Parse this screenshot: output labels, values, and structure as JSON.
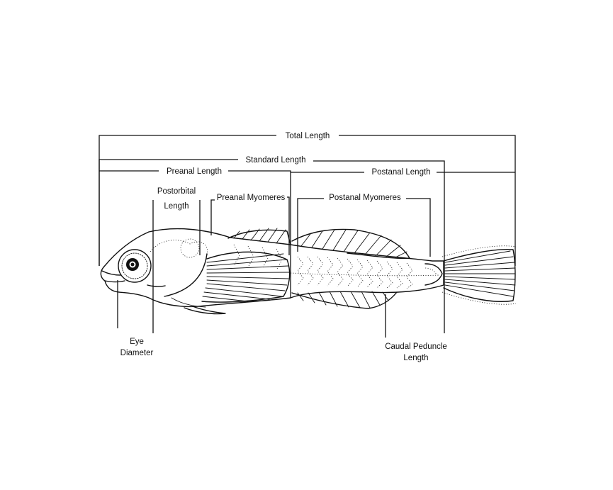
{
  "labels": {
    "total_length": "Total Length",
    "standard_length": "Standard Length",
    "preanal_length": "Preanal Length",
    "postanal_length": "Postanal Length",
    "postorbital_length_1": "Postorbital",
    "postorbital_length_2": "Length",
    "preanal_myomeres": "Preanal Myomeres",
    "postanal_myomeres": "Postanal Myomeres",
    "eye_diameter_1": "Eye",
    "eye_diameter_2": "Diameter",
    "caudal_peduncle_1": "Caudal Peduncle",
    "caudal_peduncle_2": "Length"
  }
}
